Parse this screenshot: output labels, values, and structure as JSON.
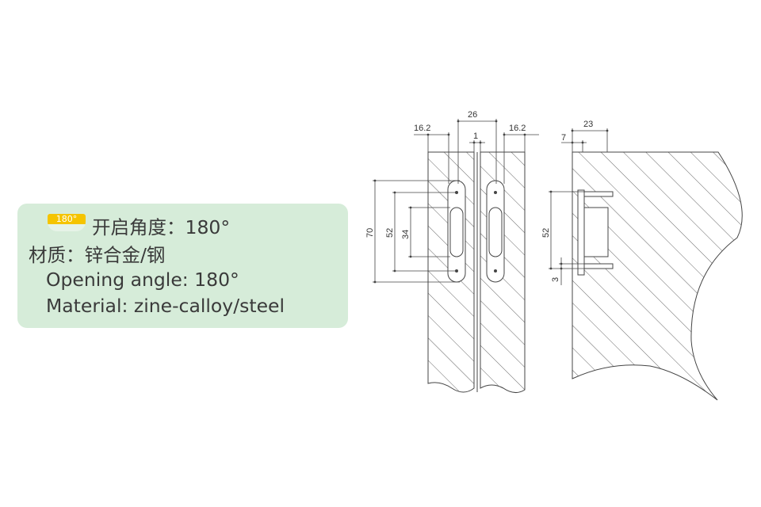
{
  "badge": {
    "label": "180°"
  },
  "spec": {
    "angle_cn": "开启角度：180°",
    "material_cn": "材质：锌合金/钢",
    "angle_en": "Opening angle: 180°",
    "material_en": "Material: zine-calloy/steel"
  },
  "dimensions": {
    "d26": "26",
    "d16_2_left": "16.2",
    "d1": "1",
    "d16_2_right": "16.2",
    "d70": "70",
    "d52_left": "52",
    "d34": "34",
    "d23": "23",
    "d7": "7",
    "d52_right": "52",
    "d3": "3"
  }
}
